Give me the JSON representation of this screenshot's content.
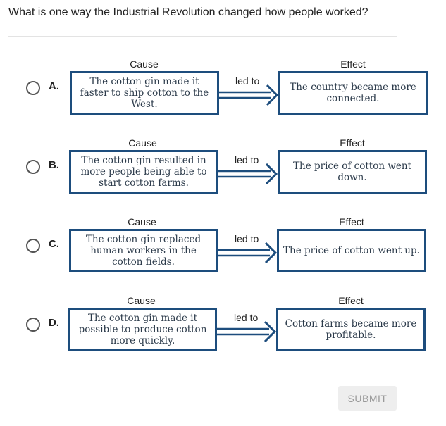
{
  "question": "What is one way the Industrial Revolution changed how people worked?",
  "labels": {
    "cause": "Cause",
    "effect": "Effect",
    "led_to": "led to"
  },
  "options": [
    {
      "letter": "A.",
      "cause": "The cotton gin made it faster to ship cotton to the West.",
      "effect": "The country became more connected."
    },
    {
      "letter": "B.",
      "cause": "The cotton gin resulted in more people being able to start cotton farms.",
      "effect": "The price of cotton went down."
    },
    {
      "letter": "C.",
      "cause": "The cotton gin replaced human workers in the cotton fields.",
      "effect": "The price of cotton went up."
    },
    {
      "letter": "D.",
      "cause": "The cotton gin made it possible to produce cotton more quickly.",
      "effect": "Cotton farms became more profitable."
    }
  ],
  "submit_label": "SUBMIT",
  "colors": {
    "box_border": "#1d4d7d",
    "submit_bg": "#eeeeee",
    "submit_text": "#9a9a9a"
  }
}
